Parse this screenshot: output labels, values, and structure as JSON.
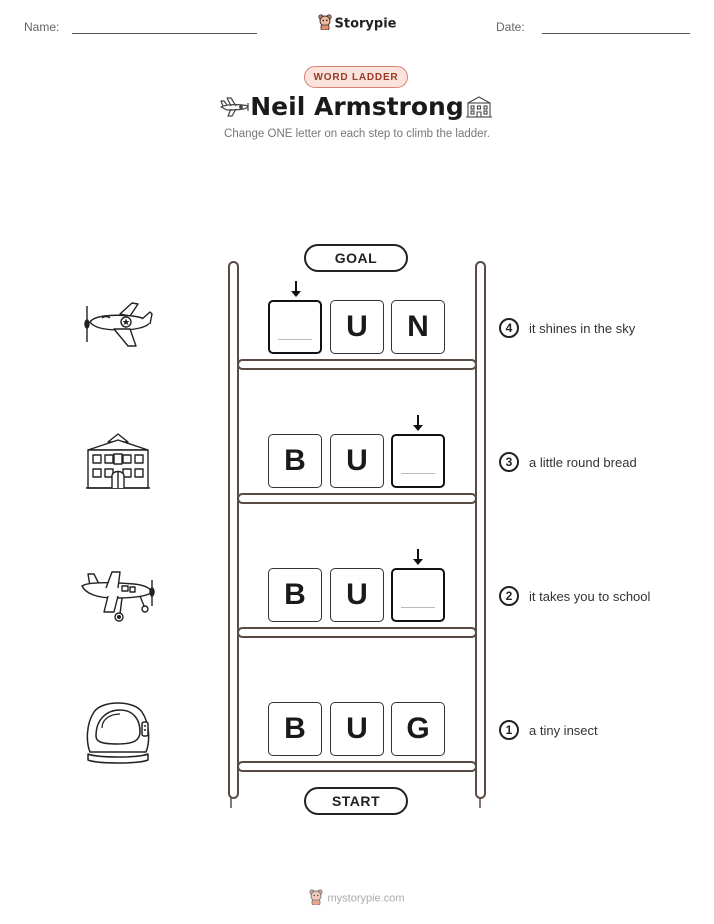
{
  "header": {
    "name_label": "Name:",
    "date_label": "Date:",
    "brand": "Storypie"
  },
  "worksheet": {
    "badge": "WORD LADDER",
    "title": "Neil Armstrong",
    "subtitle": "Change ONE letter on each step to climb the ladder.",
    "goal_label": "GOAL",
    "start_label": "START"
  },
  "rungs": [
    {
      "step": "4",
      "letters": [
        "",
        "U",
        "N"
      ],
      "blank_index": 0,
      "clue": "it shines in the sky",
      "picture_icon": "airplane-icon"
    },
    {
      "step": "3",
      "letters": [
        "B",
        "U",
        ""
      ],
      "blank_index": 2,
      "clue": "a little round bread",
      "picture_icon": "school-building-icon"
    },
    {
      "step": "2",
      "letters": [
        "B",
        "U",
        ""
      ],
      "blank_index": 2,
      "clue": "it takes you to school",
      "picture_icon": "propeller-plane-icon"
    },
    {
      "step": "1",
      "letters": [
        "B",
        "U",
        "G"
      ],
      "blank_index": -1,
      "clue": "a tiny insect",
      "picture_icon": "astronaut-helmet-icon"
    }
  ],
  "footer": {
    "url": "mystorypie.com"
  },
  "colors": {
    "ladder": "#5a4a44",
    "badge_fill": "#fbe3dc",
    "badge_border": "#d9836f",
    "badge_text": "#9a3b2a"
  }
}
